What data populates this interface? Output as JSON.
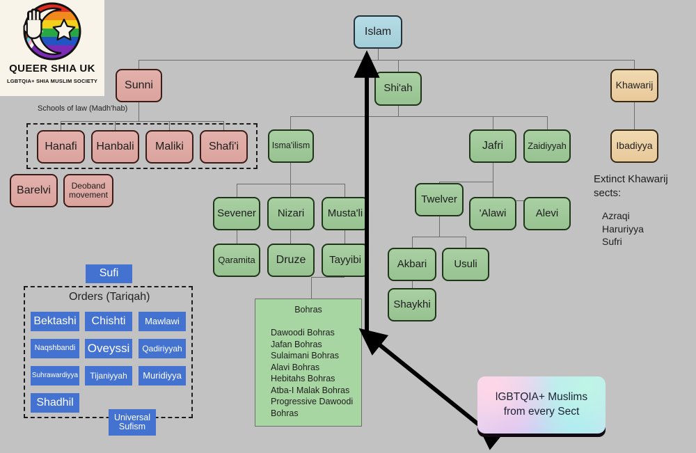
{
  "logo": {
    "brand": "QUEER SHIA UK",
    "subtitle": "LGBTQIA+ SHIA MUSLIM SOCIETY",
    "icon": "rainbow-crescent-star-hand-logo"
  },
  "root": {
    "label": "Islam"
  },
  "branches": {
    "sunni": {
      "label": "Sunni"
    },
    "shiah": {
      "label": "Shi'ah"
    },
    "khawarij": {
      "label": "Khawarij"
    }
  },
  "sunni": {
    "schools_label": "Schools of law (Madh'hab)",
    "schools": [
      {
        "label": "Hanafi"
      },
      {
        "label": "Hanbali"
      },
      {
        "label": "Maliki"
      },
      {
        "label": "Shafi'i"
      }
    ],
    "movements": [
      {
        "label": "Barelvi"
      },
      {
        "label": "Deoband movement"
      }
    ]
  },
  "shiah": {
    "ismailism": {
      "label": "Isma'ilism"
    },
    "ismaili_children": [
      {
        "label": "Sevener"
      },
      {
        "label": "Nizari"
      },
      {
        "label": "Musta'li"
      }
    ],
    "ismaili_grandchildren": [
      {
        "label": "Qaramita"
      },
      {
        "label": "Druze"
      },
      {
        "label": "Tayyibi"
      }
    ],
    "jafri": {
      "label": "Jafri"
    },
    "zaidiyyah": {
      "label": "Zaidiyyah"
    },
    "twelver": {
      "label": "Twelver"
    },
    "alawi": {
      "label": "'Alawi"
    },
    "alevi": {
      "label": "Alevi"
    },
    "akbari": {
      "label": "Akbari"
    },
    "usuli": {
      "label": "Usuli"
    },
    "shaykhi": {
      "label": "Shaykhi"
    }
  },
  "bohras": {
    "title": "Bohras",
    "items": [
      "Dawoodi Bohras",
      "Jafan Bohras",
      "Sulaimani Bohras",
      "Alavi Bohras",
      "Hebitahs Bohras",
      "Atba-I Malak Bohras",
      "Progressive Dawoodi",
      " Bohras"
    ]
  },
  "khawarij": {
    "ibadiyya": {
      "label": "Ibadiyya"
    },
    "extinct_heading": "Extinct Khawarij\nsects:",
    "extinct_list": "Azraqi\nHaruriyya\nSufri"
  },
  "sufi": {
    "label": "Sufi",
    "orders_label": "Orders (Tariqah)",
    "orders": [
      {
        "label": "Bektashi"
      },
      {
        "label": "Chishti"
      },
      {
        "label": "Mawlawi"
      },
      {
        "label": "Naqshbandi"
      },
      {
        "label": "Oveyssi"
      },
      {
        "label": "Qadiriyyah"
      },
      {
        "label": "Suhrawardiyya"
      },
      {
        "label": "Tijaniyyah"
      },
      {
        "label": "Muridiyya"
      },
      {
        "label": "Shadhil"
      }
    ],
    "universal": {
      "label": "Universal\nSufism"
    }
  },
  "callout": {
    "text": "lGBTQIA+ Muslims\nfrom every Sect"
  },
  "colors": {
    "background": "#c2c2c2",
    "root_blue": "#a8d0da",
    "shia_green": "#9dc79a",
    "sunni_pink": "#e0a8a4",
    "khawarij_tan": "#ecd0a8",
    "sufi_blue": "#4472d1",
    "line": "#6d6d6d",
    "arrow": "#000000"
  }
}
